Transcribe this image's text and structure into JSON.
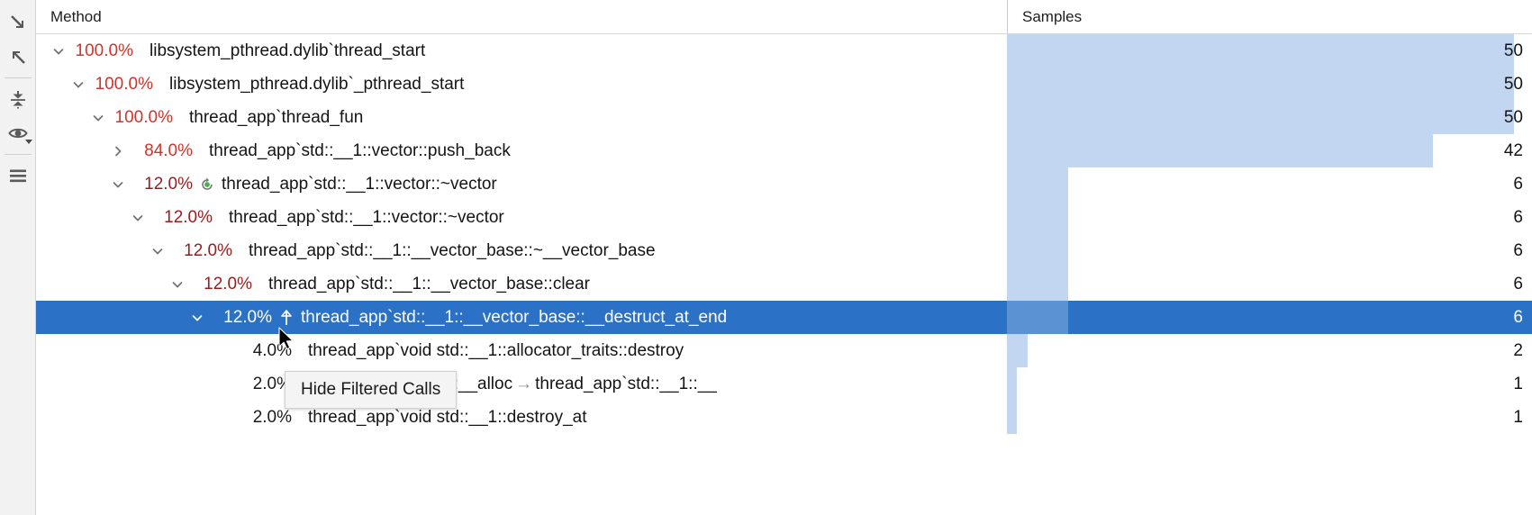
{
  "toolbar": {
    "items": [
      {
        "name": "drill-down-icon",
        "title": "Drill Down"
      },
      {
        "name": "drill-up-icon",
        "title": "Drill Up"
      },
      {
        "name": "collapse-all-icon",
        "title": "Collapse"
      },
      {
        "name": "show-hide-icon",
        "title": "Show/Hide"
      },
      {
        "name": "menu-icon",
        "title": "Menu"
      }
    ]
  },
  "columns": {
    "method": "Method",
    "samples": "Samples"
  },
  "colors": {
    "percent_red": "#d0342c",
    "percent_dark_red": "#9b1c1c",
    "selection_blue": "#2b72c6",
    "bar_blue": "#c2d6f2",
    "bar_blue_selected": "#5b92d4",
    "recursion_green": "#49b04a"
  },
  "tooltip": {
    "label": "Hide Filtered Calls"
  },
  "max_samples": 50,
  "rows": [
    {
      "percent": "100.0%",
      "percent_style": "red",
      "method": "libsystem_pthread.dylib`thread_start",
      "indent": 0,
      "twisty": "expanded",
      "icon": "none",
      "samples": 50,
      "selected": false
    },
    {
      "percent": "100.0%",
      "percent_style": "red",
      "method": "libsystem_pthread.dylib`_pthread_start",
      "indent": 1,
      "twisty": "expanded",
      "icon": "none",
      "samples": 50,
      "selected": false
    },
    {
      "percent": "100.0%",
      "percent_style": "red",
      "method": "thread_app`thread_fun",
      "indent": 2,
      "twisty": "expanded",
      "icon": "none",
      "samples": 50,
      "selected": false
    },
    {
      "percent": "84.0%",
      "percent_style": "red",
      "method": "thread_app`std::__1::vector::push_back",
      "indent": 3,
      "twisty": "collapsed",
      "icon": "none",
      "samples": 42,
      "selected": false
    },
    {
      "percent": "12.0%",
      "percent_style": "dark",
      "method": "thread_app`std::__1::vector::~vector",
      "indent": 3,
      "twisty": "expanded",
      "icon": "recursion",
      "samples": 6,
      "selected": false
    },
    {
      "percent": "12.0%",
      "percent_style": "dark",
      "method": "thread_app`std::__1::vector::~vector",
      "indent": 4,
      "twisty": "expanded",
      "icon": "none",
      "samples": 6,
      "selected": false
    },
    {
      "percent": "12.0%",
      "percent_style": "dark",
      "method": "thread_app`std::__1::__vector_base::~__vector_base",
      "indent": 5,
      "twisty": "expanded",
      "icon": "none",
      "samples": 6,
      "selected": false
    },
    {
      "percent": "12.0%",
      "percent_style": "dark",
      "method": "thread_app`std::__1::__vector_base::clear",
      "indent": 6,
      "twisty": "expanded",
      "icon": "none",
      "samples": 6,
      "selected": false
    },
    {
      "percent": "12.0%",
      "percent_style": "dark",
      "method": "thread_app`std::__1::__vector_base::__destruct_at_end",
      "indent": 7,
      "twisty": "expanded",
      "icon": "up-arrow",
      "samples": 6,
      "selected": true
    },
    {
      "percent": "4.0%",
      "percent_style": "plain",
      "method": "thread_app`void std::__1::allocator_traits::destroy",
      "indent": 8,
      "twisty": "none",
      "icon": "none",
      "samples": 2,
      "selected": false
    },
    {
      "percent": "2.0%",
      "percent_style": "plain",
      "method_prefix": "",
      "method": "_1::__vector_base::__alloc",
      "method_suffix": "thread_app`std::__1::__",
      "has_arrow_sep": true,
      "indent": 8,
      "twisty": "none",
      "icon": "none",
      "samples": 1,
      "selected": false
    },
    {
      "percent": "2.0%",
      "percent_style": "plain",
      "method": "thread_app`void std::__1::destroy_at",
      "indent": 8,
      "twisty": "none",
      "icon": "none",
      "samples": 1,
      "selected": false
    }
  ]
}
